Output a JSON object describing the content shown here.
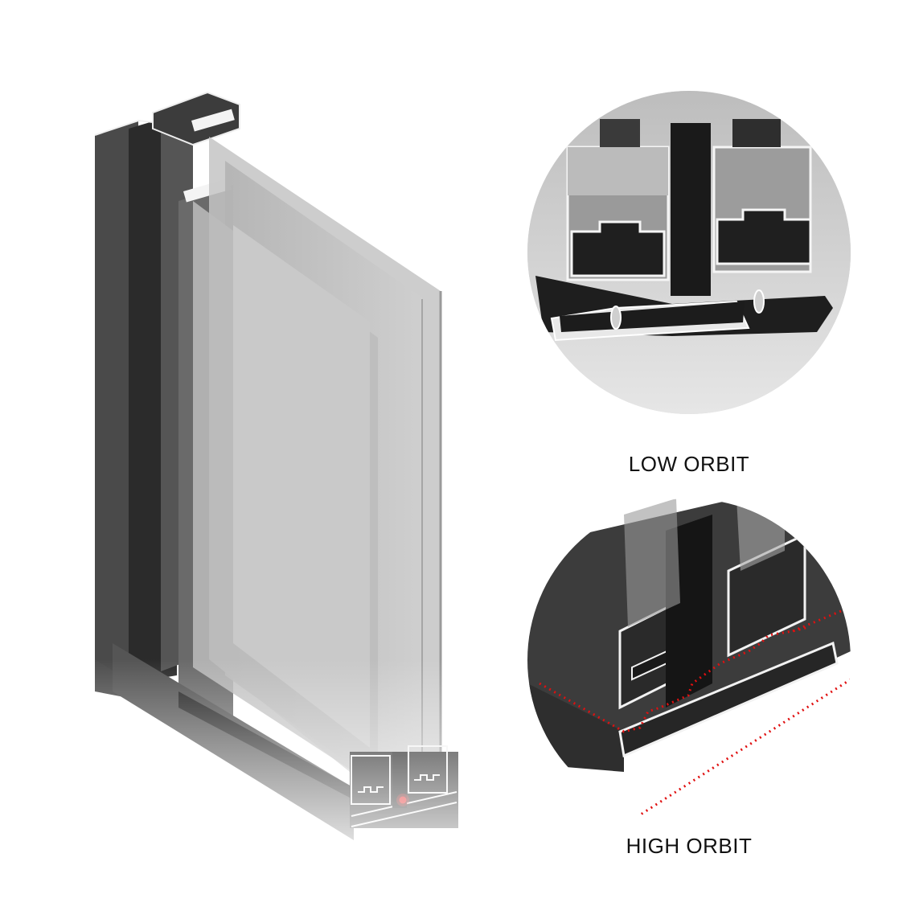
{
  "product": {
    "name": "Sliding window aluminium profile cross-section",
    "colors": {
      "frame_dark": "#3a3a3a",
      "frame_mid": "#555555",
      "frame_black": "#1e1e1e",
      "glass": "#bdbdbd",
      "glass_light": "#d6d6d6",
      "profile_edge": "#f2f2f2",
      "accent_red": "#e01010",
      "background": "#ffffff",
      "caption_text": "#111111"
    }
  },
  "details": [
    {
      "id": "low",
      "label": "LOW ORBIT"
    },
    {
      "id": "high",
      "label": "HIGH ORBIT"
    }
  ]
}
